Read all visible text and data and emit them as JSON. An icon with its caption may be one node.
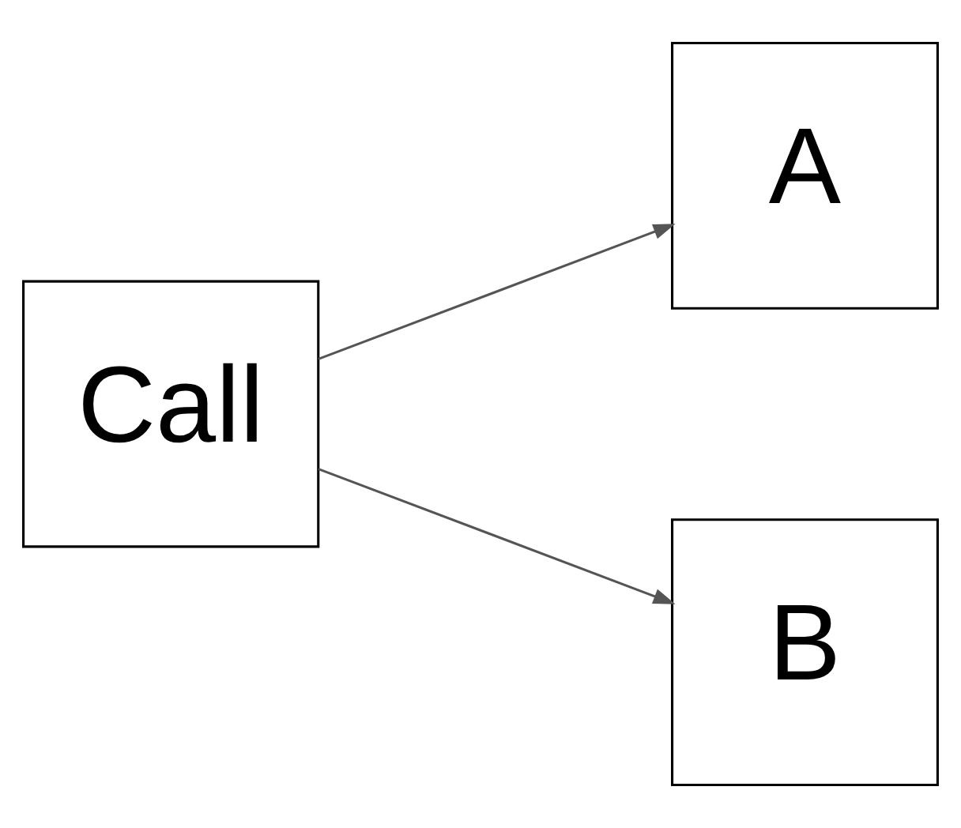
{
  "diagram": {
    "nodes": [
      {
        "text": [
          "Call"
        ]
      },
      {
        "text": [
          "A"
        ]
      },
      {
        "text": [
          "B"
        ]
      }
    ],
    "edges": [
      {
        "from": 0,
        "to": 1,
        "arrow": "to"
      },
      {
        "from": 0,
        "to": 2,
        "arrow": "to"
      }
    ]
  }
}
